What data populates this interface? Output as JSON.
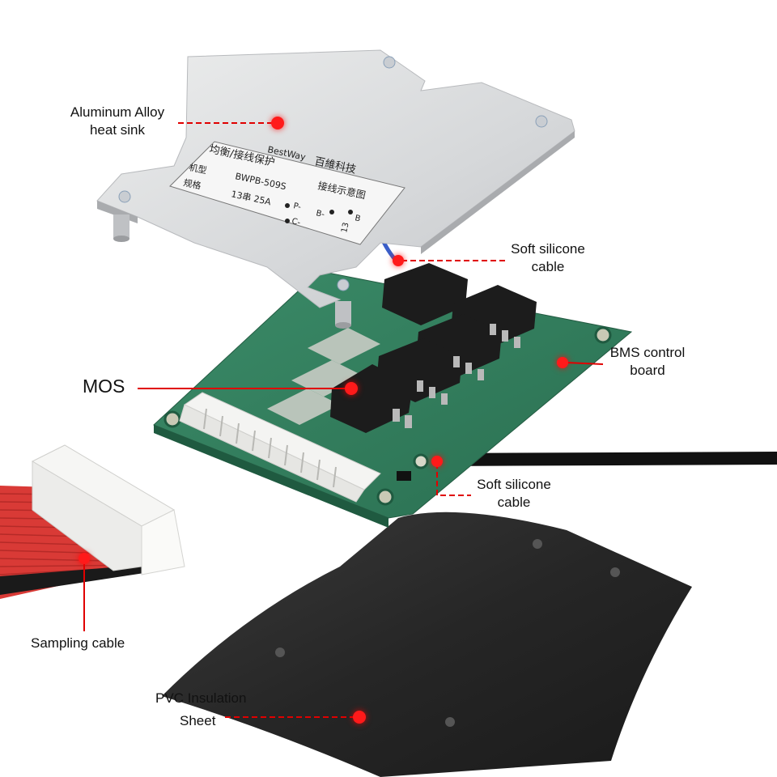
{
  "labels": {
    "heat_sink": {
      "line1": "Aluminum Alloy",
      "line2": "heat sink"
    },
    "soft_cable_top": {
      "line1": "Soft silicone",
      "line2": "cable"
    },
    "bms_board": {
      "line1": "BMS control",
      "line2": "board"
    },
    "mos": "MOS",
    "soft_cable_bottom": {
      "line1": "Soft silicone",
      "line2": "cable"
    },
    "sampling_cable": "Sampling cable",
    "pvc_sheet": {
      "line1": "PVC Insulation",
      "line2": "Sheet"
    }
  },
  "sticker": {
    "brand": "BestWay",
    "company": "百維科技",
    "heading": "均衡/接线保护",
    "row1_key": "机型",
    "row1_val": "BWPB-509S",
    "row2_key": "规格",
    "row2_val": "13串 25A",
    "diagram_title": "接线示意图",
    "pin_p": "P-",
    "pin_b": "B-",
    "pin_c": "C-",
    "pin_13": "13",
    "pin_b2": "B"
  },
  "colors": {
    "pcb": "#2f7d5c",
    "heat_sink": "#d9dadc",
    "mosfet": "#1c1c1c",
    "connector": "#f4f4f2",
    "ribbon": "#d93a36",
    "pvc": "#2a2a2a",
    "callout_red": "#ff1a1a"
  }
}
